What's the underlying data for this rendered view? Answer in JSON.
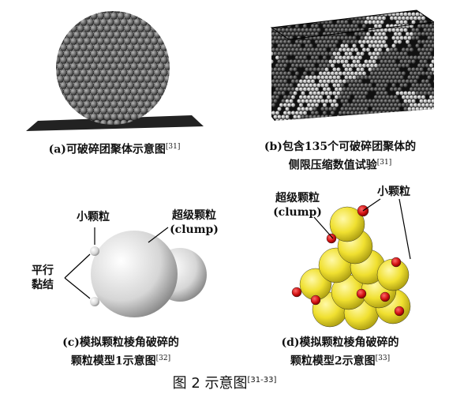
{
  "panels": {
    "a": {
      "caption": "(a)可破碎团聚体示意图",
      "ref": "[31]"
    },
    "b": {
      "caption_line1": "(b)包含135个可破碎团聚体的",
      "caption_line2": "侧限压缩数值试验",
      "ref": "[31]"
    },
    "c": {
      "caption_line1": "(c)模拟颗粒棱角破碎的",
      "caption_line2": "颗粒模型1示意图",
      "ref": "[32]",
      "labels": {
        "small_particle": "小颗粒",
        "clump_cn": "超级颗粒",
        "clump_en": "(clump)",
        "parallel_bond_1": "平行",
        "parallel_bond_2": "黏结"
      }
    },
    "d": {
      "caption_line1": "(d)模拟颗粒棱角破碎的",
      "caption_line2": "颗粒模型2示意图",
      "ref": "[33]",
      "labels": {
        "clump_cn": "超级颗粒",
        "clump_en": "(clump)",
        "small_particle": "小颗粒"
      }
    }
  },
  "figure": {
    "title": "图 2  示意图",
    "ref": "[31-33]"
  },
  "colors": {
    "sphere_yellow": "#f2e53a",
    "sphere_red": "#cc1111",
    "dark_sphere": "#555555",
    "light_sphere": "#d8d8d8"
  }
}
